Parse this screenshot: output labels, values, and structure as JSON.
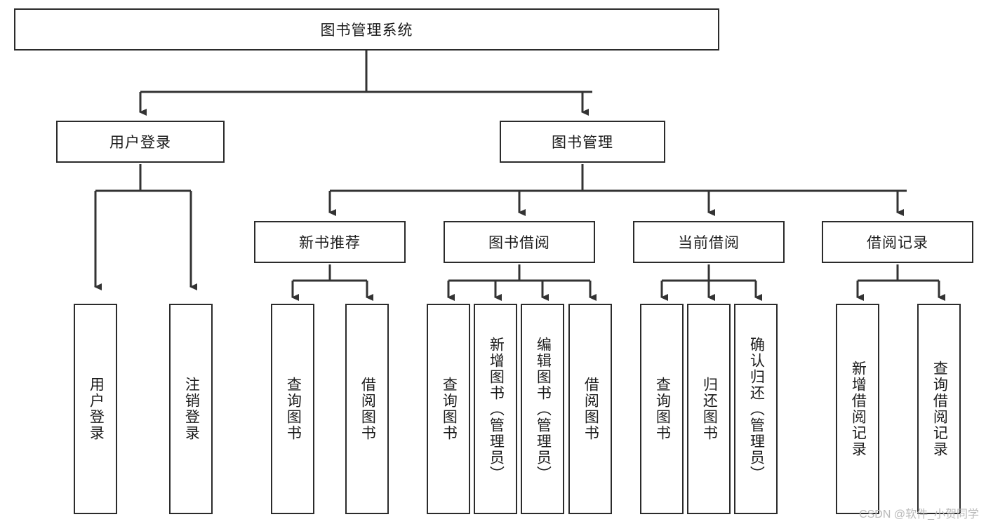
{
  "diagram": {
    "type": "tree-hierarchy",
    "title": "图书管理系统",
    "root": {
      "id": "root",
      "label": "图书管理系统",
      "orientation": "horizontal"
    },
    "level2": [
      {
        "id": "user-login",
        "label": "用户登录",
        "orientation": "horizontal"
      },
      {
        "id": "book-manage",
        "label": "图书管理",
        "orientation": "horizontal"
      }
    ],
    "level3": [
      {
        "id": "new-book-recommend",
        "label": "新书推荐",
        "orientation": "horizontal",
        "parent": "book-manage"
      },
      {
        "id": "book-borrow",
        "label": "图书借阅",
        "orientation": "horizontal",
        "parent": "book-manage"
      },
      {
        "id": "current-borrow",
        "label": "当前借阅",
        "orientation": "horizontal",
        "parent": "book-manage"
      },
      {
        "id": "borrow-record",
        "label": "借阅记录",
        "orientation": "horizontal",
        "parent": "book-manage"
      }
    ],
    "leaves": [
      {
        "id": "leaf-user-login",
        "label": "用户登录",
        "orientation": "vertical",
        "parent": "user-login"
      },
      {
        "id": "leaf-user-logout",
        "label": "注销登录",
        "orientation": "vertical",
        "parent": "user-login"
      },
      {
        "id": "leaf-query-book-1",
        "label": "查询图书",
        "orientation": "vertical",
        "parent": "new-book-recommend"
      },
      {
        "id": "leaf-borrow-book-1",
        "label": "借阅图书",
        "orientation": "vertical",
        "parent": "new-book-recommend"
      },
      {
        "id": "leaf-query-book-2",
        "label": "查询图书",
        "orientation": "vertical",
        "parent": "book-borrow"
      },
      {
        "id": "leaf-add-book",
        "label": "新增图书（管理员）",
        "orientation": "vertical",
        "parent": "book-borrow"
      },
      {
        "id": "leaf-edit-book",
        "label": "编辑图书（管理员）",
        "orientation": "vertical",
        "parent": "book-borrow"
      },
      {
        "id": "leaf-borrow-book-2",
        "label": "借阅图书",
        "orientation": "vertical",
        "parent": "book-borrow"
      },
      {
        "id": "leaf-query-book-3",
        "label": "查询图书",
        "orientation": "vertical",
        "parent": "current-borrow"
      },
      {
        "id": "leaf-return-book",
        "label": "归还图书",
        "orientation": "vertical",
        "parent": "current-borrow"
      },
      {
        "id": "leaf-confirm-return",
        "label": "确认归还（管理员）",
        "orientation": "vertical",
        "parent": "current-borrow"
      },
      {
        "id": "leaf-add-record",
        "label": "新增借阅记录",
        "orientation": "vertical",
        "parent": "borrow-record"
      },
      {
        "id": "leaf-query-record",
        "label": "查询借阅记录",
        "orientation": "vertical",
        "parent": "borrow-record"
      }
    ],
    "colors": {
      "box_border": "#2b2b2b",
      "box_fill": "#ffffff",
      "connector": "#333333",
      "text": "#1b1b1b",
      "watermark": "#b9b9b9"
    }
  },
  "watermark": {
    "text": "CSDN @软件_小贺同学"
  }
}
